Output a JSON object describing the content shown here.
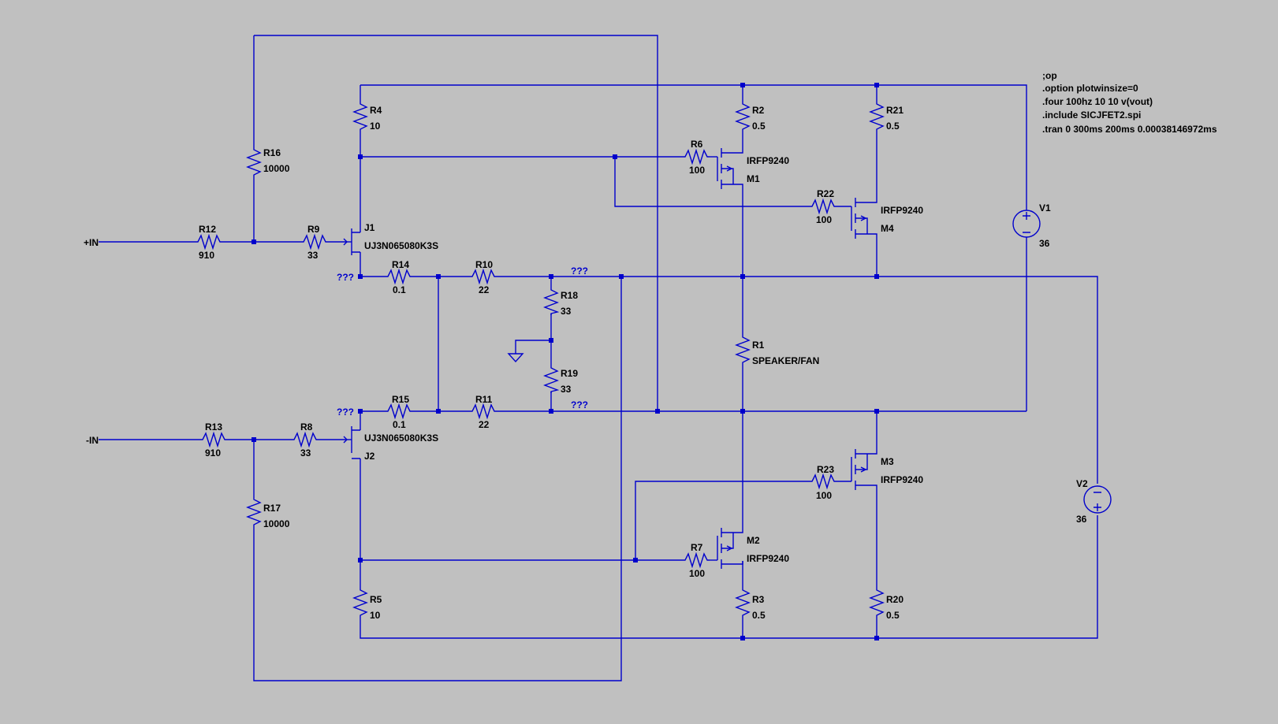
{
  "ports": {
    "in_plus": "+IN",
    "in_minus": "-IN",
    "unknown": "???"
  },
  "resistors": {
    "R1": {
      "name": "R1",
      "value": "SPEAKER/FAN"
    },
    "R2": {
      "name": "R2",
      "value": "0.5"
    },
    "R3": {
      "name": "R3",
      "value": "0.5"
    },
    "R4": {
      "name": "R4",
      "value": "10"
    },
    "R5": {
      "name": "R5",
      "value": "10"
    },
    "R6": {
      "name": "R6",
      "value": "100"
    },
    "R7": {
      "name": "R7",
      "value": "100"
    },
    "R8": {
      "name": "R8",
      "value": "33"
    },
    "R9": {
      "name": "R9",
      "value": "33"
    },
    "R10": {
      "name": "R10",
      "value": "22"
    },
    "R11": {
      "name": "R11",
      "value": "22"
    },
    "R12": {
      "name": "R12",
      "value": "910"
    },
    "R13": {
      "name": "R13",
      "value": "910"
    },
    "R14": {
      "name": "R14",
      "value": "0.1"
    },
    "R15": {
      "name": "R15",
      "value": "0.1"
    },
    "R16": {
      "name": "R16",
      "value": "10000"
    },
    "R17": {
      "name": "R17",
      "value": "10000"
    },
    "R18": {
      "name": "R18",
      "value": "33"
    },
    "R19": {
      "name": "R19",
      "value": "33"
    },
    "R20": {
      "name": "R20",
      "value": "0.5"
    },
    "R21": {
      "name": "R21",
      "value": "0.5"
    },
    "R22": {
      "name": "R22",
      "value": "100"
    },
    "R23": {
      "name": "R23",
      "value": "100"
    }
  },
  "mosfets": {
    "M1": {
      "name": "M1",
      "model": "IRFP9240"
    },
    "M2": {
      "name": "M2",
      "model": "IRFP9240"
    },
    "M3": {
      "name": "M3",
      "model": "IRFP9240"
    },
    "M4": {
      "name": "M4",
      "model": "IRFP9240"
    }
  },
  "jfets": {
    "J1": {
      "name": "J1",
      "model": "UJ3N065080K3S"
    },
    "J2": {
      "name": "J2",
      "model": "UJ3N065080K3S"
    }
  },
  "sources": {
    "V1": {
      "name": "V1",
      "value": "36"
    },
    "V2": {
      "name": "V2",
      "value": "36"
    }
  },
  "directives": [
    ";op",
    ".option plotwinsize=0",
    ".four 100hz 10 10 v(vout)",
    ".include SICJFET2.spi",
    ".tran 0 300ms 200ms 0.00038146972ms"
  ]
}
